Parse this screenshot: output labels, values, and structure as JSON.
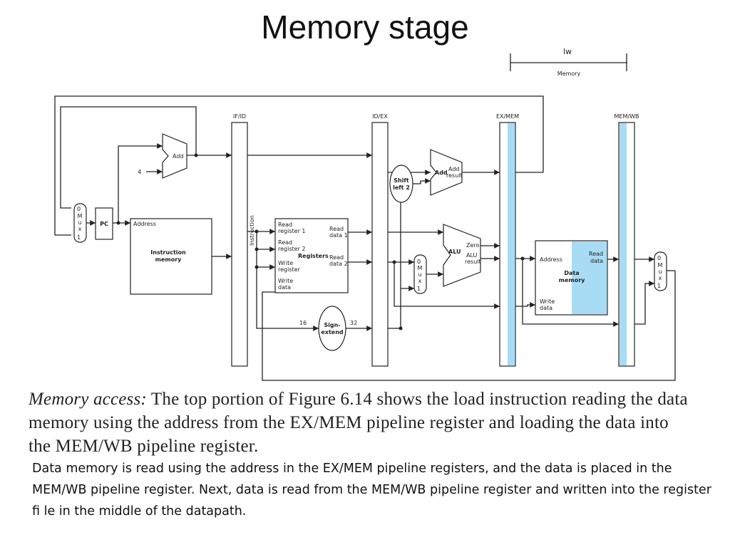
{
  "slide": {
    "title": "Memory stage",
    "caption_lead": "Memory access:",
    "caption_rest": " The top portion of Figure 6.14 shows the load instruction reading the data memory using the address from the EX/MEM pipeline register and loading the data into the MEM/WB pipeline register.",
    "body": "Data memory is read using the address in the EX/MEM pipeline registers, and the data is placed in the MEM/WB pipeline register. Next, data is read from the MEM/WB pipeline register and written into the register ﬁ le in the middle of the datapath."
  },
  "diagram": {
    "instruction_marker": "lw",
    "stage_marker": "Memory",
    "pipeline_registers": [
      "IF/ID",
      "ID/EX",
      "EX/MEM",
      "MEM/WB"
    ],
    "highlight_color": "#a8dcf5",
    "stage_text_color": "#2e86c1",
    "add_label": "Add",
    "four": "4",
    "pc": "PC",
    "mux_letters": [
      "M",
      "u",
      "x"
    ],
    "mux_zero": "0",
    "mux_one": "1",
    "im_address": "Address",
    "im_title_1": "Instruction",
    "im_title_2": "memory",
    "instruction_label": "Instruction",
    "reg_read1_a": "Read",
    "reg_read1_b": "register 1",
    "reg_read2_a": "Read",
    "reg_read2_b": "register 2",
    "reg_write_a": "Write",
    "reg_write_b": "register",
    "reg_wdata_a": "Write",
    "reg_wdata_b": "data",
    "reg_title": "Registers",
    "reg_rd1_a": "Read",
    "reg_rd1_b": "data 1",
    "reg_rd2_a": "Read",
    "reg_rd2_b": "data 2",
    "shift_a": "Shift",
    "shift_b": "left 2",
    "add2_left": "Add",
    "add2_r1": "Add",
    "add2_r2": "result",
    "alu": "ALU",
    "zero": "Zero",
    "alu_r1": "ALU",
    "alu_r2": "result",
    "sign_a": "Sign-",
    "sign_b": "extend",
    "w16": "16",
    "w32": "32",
    "dm_address": "Address",
    "dm_read_a": "Read",
    "dm_read_b": "data",
    "dm_title_1": "Data",
    "dm_title_2": "memory",
    "dm_write_a": "Write",
    "dm_write_b": "data"
  }
}
